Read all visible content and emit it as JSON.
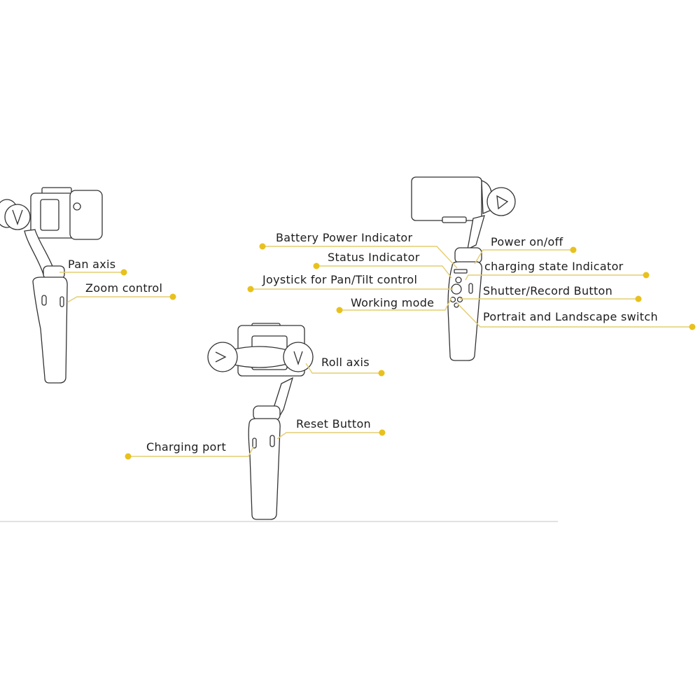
{
  "colors": {
    "dot": "#e8c11c",
    "leader_line": "#e3cd72",
    "text": "#1d1d1d",
    "drawing": "#333333"
  },
  "labels": {
    "pan_axis": "Pan axis",
    "zoom_control": "Zoom control",
    "roll_axis": "Roll axis",
    "reset_button": "Reset Button",
    "charging_port": "Charging port",
    "battery_power_indicator": "Battery Power Indicator",
    "status_indicator": "Status Indicator",
    "joystick": "Joystick for Pan/Tilt control",
    "working_mode": "Working mode",
    "power_on_off": "Power on/off",
    "charging_state_indicator": "charging state Indicator",
    "shutter_record_button": "Shutter/Record Button",
    "portrait_landscape_switch": "Portrait and Landscape switch"
  }
}
